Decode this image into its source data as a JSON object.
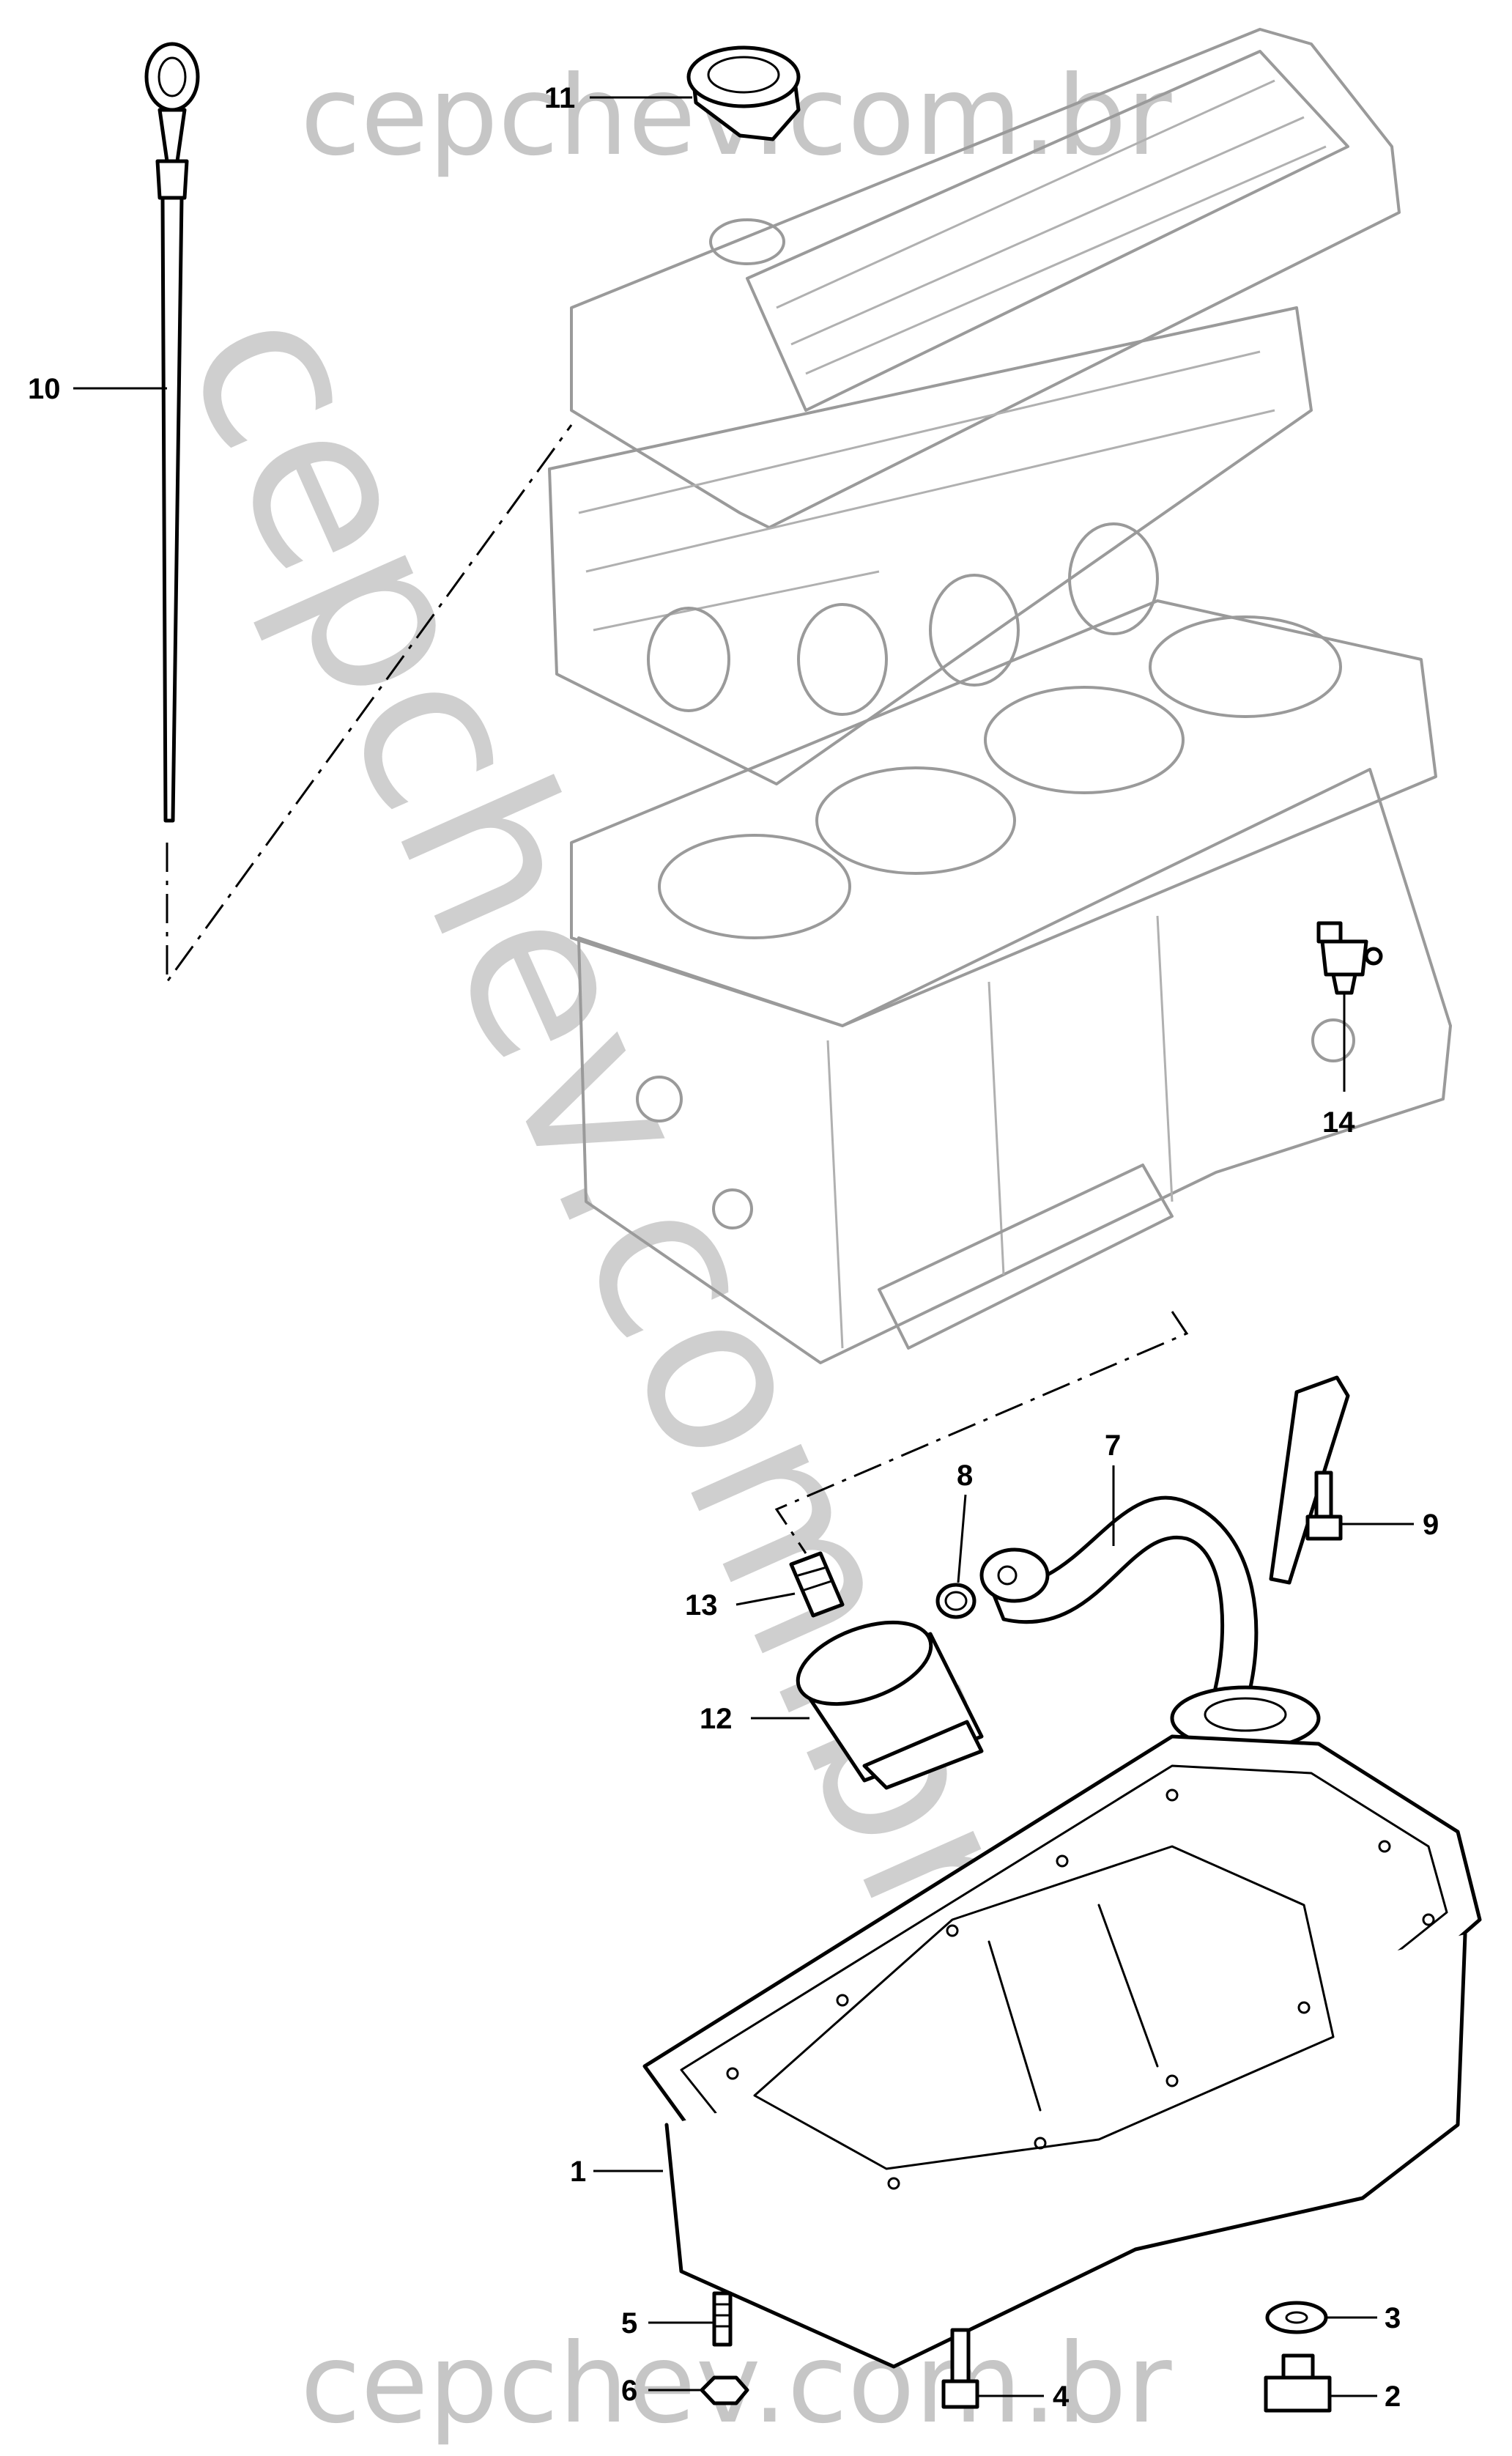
{
  "watermark": {
    "text": "cepchev.com.br"
  },
  "callouts": [
    {
      "id": "1",
      "label": "1"
    },
    {
      "id": "2",
      "label": "2"
    },
    {
      "id": "3",
      "label": "3"
    },
    {
      "id": "4",
      "label": "4"
    },
    {
      "id": "5",
      "label": "5"
    },
    {
      "id": "6",
      "label": "6"
    },
    {
      "id": "7",
      "label": "7"
    },
    {
      "id": "8",
      "label": "8"
    },
    {
      "id": "9",
      "label": "9"
    },
    {
      "id": "10",
      "label": "10"
    },
    {
      "id": "11",
      "label": "11"
    },
    {
      "id": "12",
      "label": "12"
    },
    {
      "id": "13",
      "label": "13"
    },
    {
      "id": "14",
      "label": "14"
    }
  ]
}
